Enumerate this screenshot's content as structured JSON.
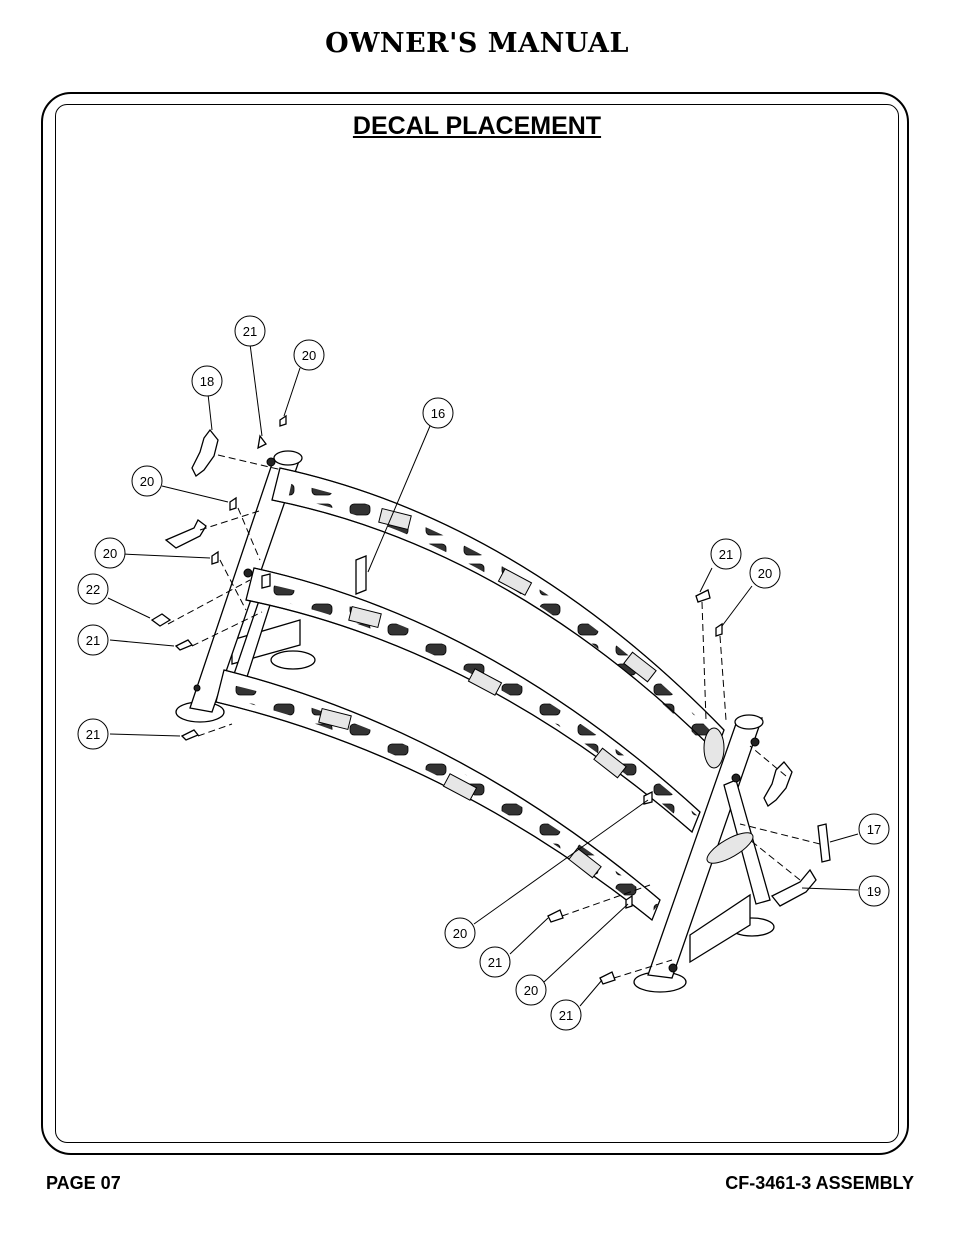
{
  "header": {
    "title": "OWNER'S MANUAL"
  },
  "section": {
    "title": "DECAL PLACEMENT"
  },
  "footer": {
    "page": "PAGE 07",
    "model": "CF-3461-3 ASSEMBLY"
  },
  "callouts": {
    "c1": "21",
    "c2": "20",
    "c3": "18",
    "c4": "16",
    "c5": "20",
    "c6": "20",
    "c7": "22",
    "c8": "21",
    "c9": "21",
    "c10": "21",
    "c11": "20",
    "c12": "17",
    "c13": "19",
    "c14": "20",
    "c15": "21",
    "c16": "20",
    "c17": "21"
  }
}
